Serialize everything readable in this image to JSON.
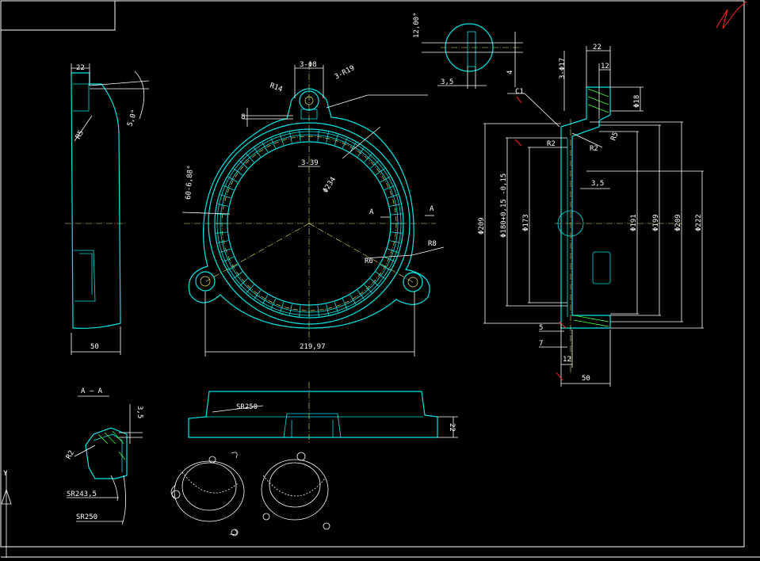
{
  "colors": {
    "background": "#000000",
    "outline": "#00e5e5",
    "dimension": "#ffffff",
    "centerline": "#e8e85a",
    "hatch": "#3cff3c",
    "marker": "#ff2a2a"
  },
  "left_view": {
    "dim_top": "22",
    "dim_bottom": "50",
    "angle": "5,0°",
    "radius": "R5"
  },
  "front_view": {
    "holes_label": "3-Φ8",
    "lug_radius_a": "R14",
    "lug_radius_b": "3-R19",
    "lug_height": "8",
    "slot_width": "3-39",
    "teeth": "60-6,88°",
    "pcd": "Φ234",
    "section_mark_left": "A",
    "section_mark_right": "A",
    "fillet_a": "R6",
    "fillet_b": "R8",
    "overall_width": "219,97"
  },
  "detail_view": {
    "angle": "12,00°",
    "width": "3,5",
    "depth": "4"
  },
  "section_view": {
    "chamfer": "C1",
    "holes": "3-Φ17",
    "top_width": "22",
    "top_width_inner": "12",
    "hole_dia": "Φ18",
    "radius_left": "R2",
    "radius_right": "R2",
    "radius_r5": "R5",
    "slot": "3,5",
    "dia_209_left": "Φ209",
    "dia_180": "Φ180+0,15 -0,15",
    "dia_173": "Φ173",
    "dia_191": "Φ191",
    "dia_199": "Φ199",
    "dia_209_right": "Φ209",
    "dia_222": "Φ222",
    "dim_5": "5",
    "dim_7": "7",
    "dim_12": "12",
    "dim_50": "50"
  },
  "section_aa": {
    "title": "A — A",
    "dim": "3,5",
    "radius": "R2",
    "sphere_a": "SR243,5",
    "sphere_b": "SR250"
  },
  "bottom_view": {
    "sphere": "SR250",
    "height": "22"
  },
  "ucs": {
    "axis_label": "Y"
  }
}
